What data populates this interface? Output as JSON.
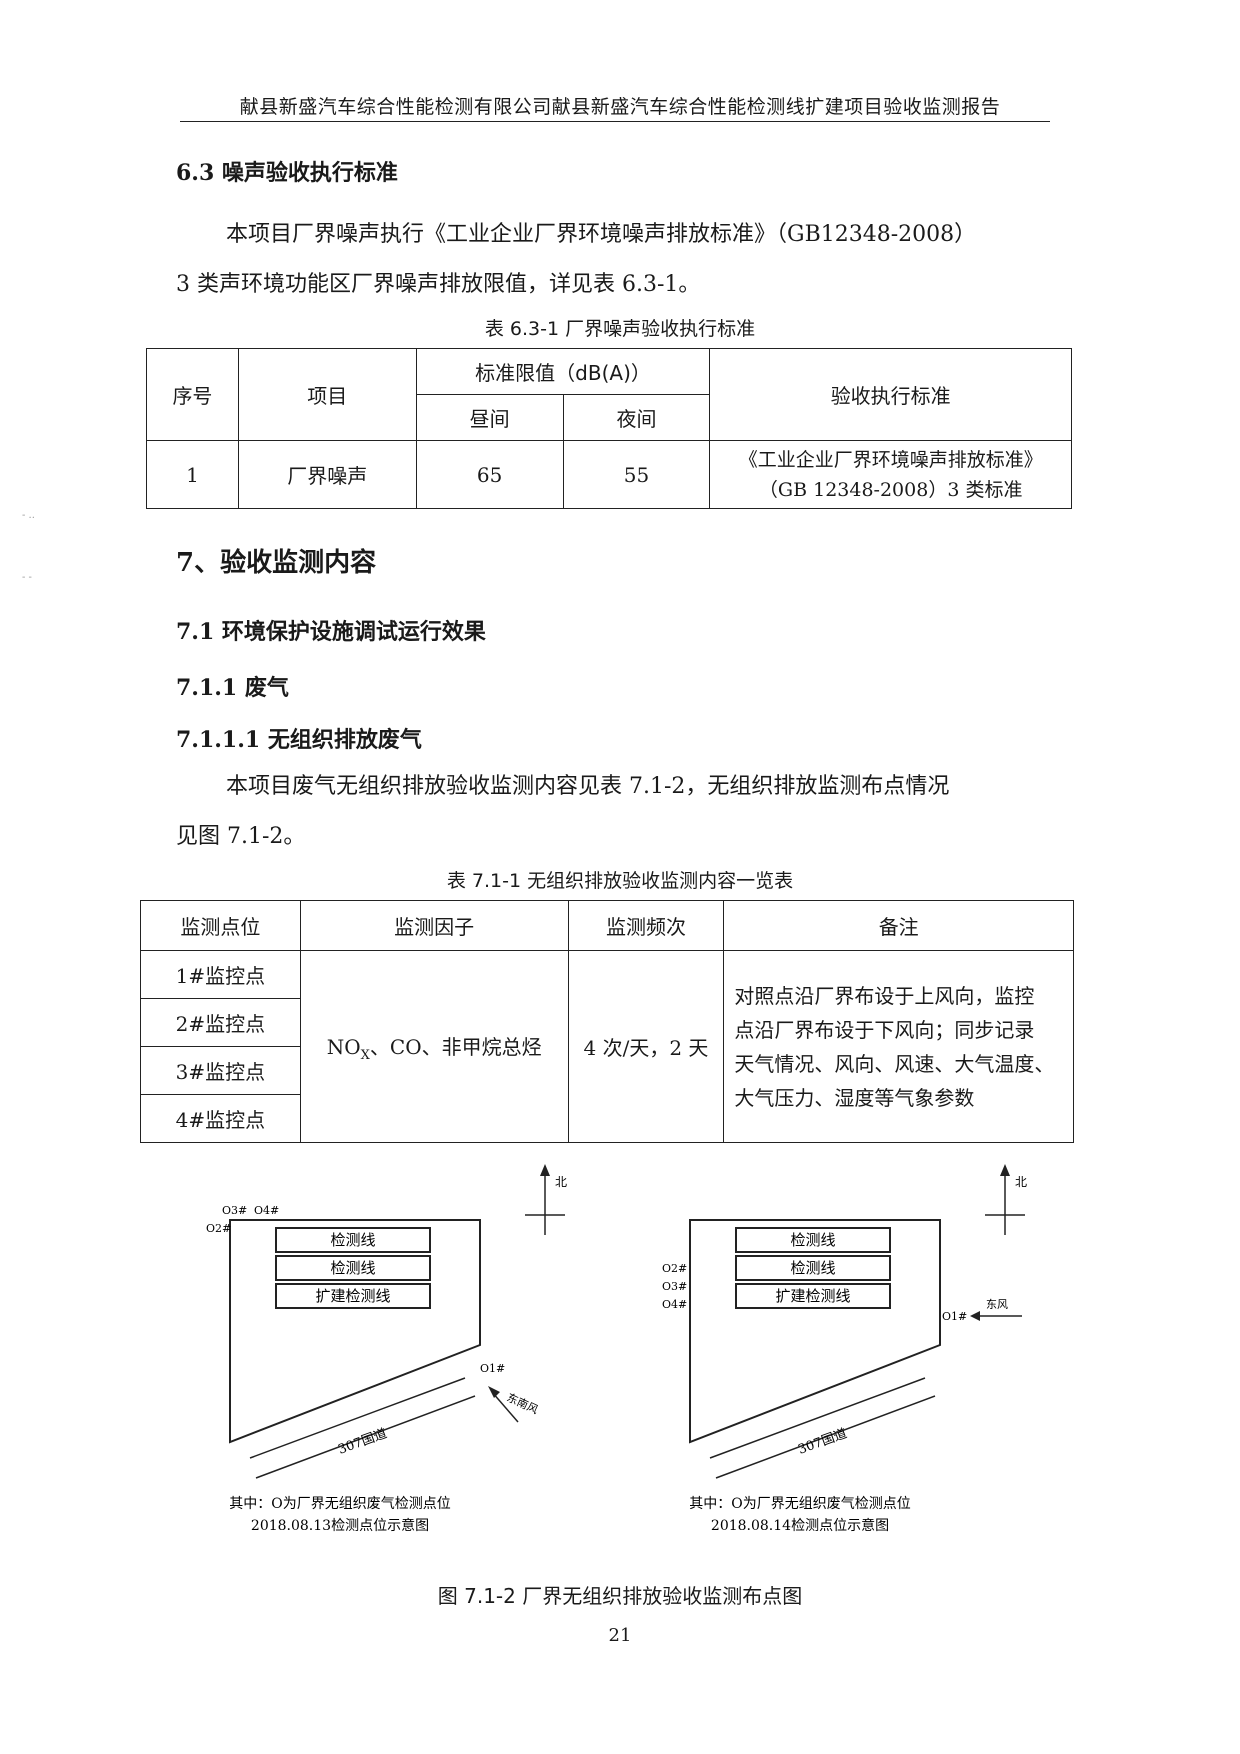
{
  "header": {
    "title": "献县新盛汽车综合性能检测有限公司献县新盛汽车综合性能检测线扩建项目验收监测报告"
  },
  "s63": {
    "heading": "6.3 噪声验收执行标准",
    "para_line1": "本项目厂界噪声执行《工业企业厂界环境噪声排放标准》（GB12348-2008）",
    "para_line2": "3 类声环境功能区厂界噪声排放限值，详见表 6.3-1。",
    "table_caption": "表 6.3-1  厂界噪声验收执行标准",
    "table": {
      "h_no": "序号",
      "h_item": "项目",
      "h_limit": "标准限值（dB(A)）",
      "h_day": "昼间",
      "h_night": "夜间",
      "h_std": "验收执行标准",
      "row": {
        "no": "1",
        "item": "厂界噪声",
        "day": "65",
        "night": "55",
        "std_line1": "《工业企业厂界环境噪声排放标准》",
        "std_line2": "（GB 12348-2008）3 类标准"
      }
    }
  },
  "s7": {
    "heading": "7、验收监测内容",
    "h71": "7.1 环境保护设施调试运行效果",
    "h711": "7.1.1 废气",
    "h7111": "7.1.1.1 无组织排放废气",
    "para_line1": "本项目废气无组织排放验收监测内容见表 7.1-2，无组织排放监测布点情况",
    "para_line2": "见图 7.1-2。",
    "table_caption": "表 7.1-1  无组织排放验收监测内容一览表",
    "table": {
      "h_point": "监测点位",
      "h_factor": "监测因子",
      "h_freq": "监测频次",
      "h_note": "备注",
      "points": [
        "1#监控点",
        "2#监控点",
        "3#监控点",
        "4#监控点"
      ],
      "factor_main": "NO",
      "factor_sub": "X",
      "factor_rest": "、CO、非甲烷总烃",
      "freq": "4 次/天，2 天",
      "note_lines": [
        "对照点沿厂界布设于上风向，监控",
        "点沿厂界布设于下风向；同步记录",
        "天气情况、风向、风速、大气温度、",
        "大气压力、湿度等气象参数"
      ]
    }
  },
  "diagram_left": {
    "north": "北",
    "line1": "检测线",
    "line2": "检测线",
    "line3": "扩建检测线",
    "p1": "O1#",
    "p2": "O2#",
    "p3": "O3#",
    "p4": "O4#",
    "wind": "东南风",
    "road": "307国道",
    "legend": "其中：O为厂界无组织废气检测点位",
    "date": "2018.08.13检测点位示意图"
  },
  "diagram_right": {
    "north": "北",
    "line1": "检测线",
    "line2": "检测线",
    "line3": "扩建检测线",
    "p1": "O1#",
    "p2": "O2#",
    "p3": "O3#",
    "p4": "O4#",
    "wind": "东风",
    "road": "307国道",
    "legend": "其中：O为厂界无组织废气检测点位",
    "date": "2018.08.14检测点位示意图"
  },
  "figure_caption": "图 7.1-2  厂界无组织排放验收监测布点图",
  "page_number": "21"
}
